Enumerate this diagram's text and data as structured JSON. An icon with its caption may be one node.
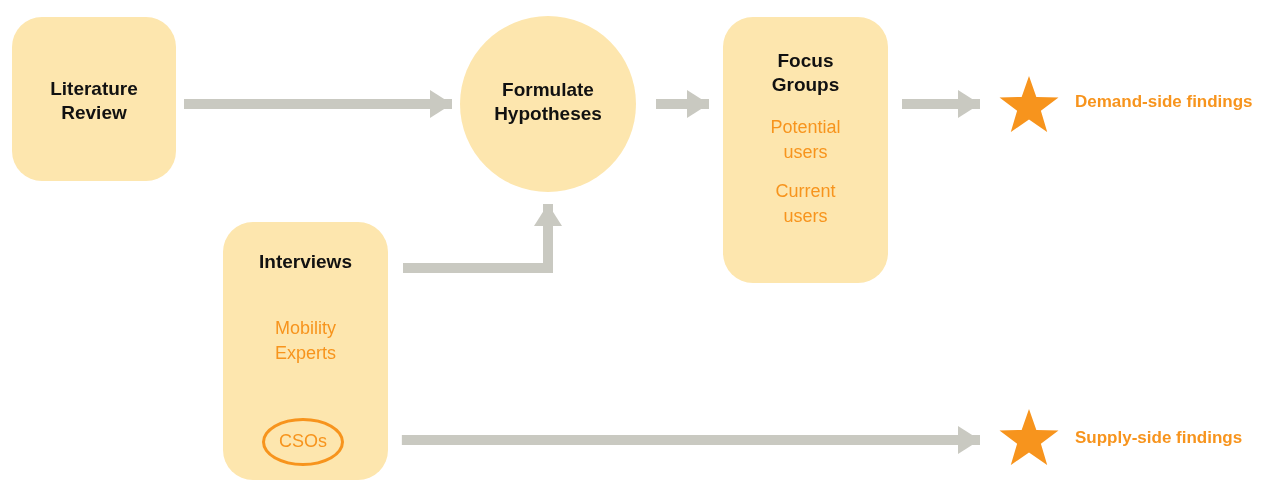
{
  "diagram": {
    "nodes": [
      {
        "text": [
          "Literature Review"
        ]
      },
      {
        "text": [
          "Formulate Hypotheses"
        ]
      },
      {
        "text": [
          "Focus Groups",
          "Potential users",
          "Current users"
        ]
      },
      {
        "text": [
          "Interviews",
          "Mobility Experts"
        ]
      },
      {
        "text": [
          "CSOs"
        ],
        "in": 3
      },
      {
        "text": [],
        "shape": "star",
        "beside": [
          "Demand-side findings"
        ]
      },
      {
        "text": [],
        "shape": "star",
        "beside": [
          "Supply-side findings"
        ]
      }
    ],
    "edges": [
      {
        "from": 0,
        "to": 1,
        "arrow": "to"
      },
      {
        "from": 3,
        "to": 1,
        "arrow": "to"
      },
      {
        "from": 1,
        "to": 2,
        "arrow": "to"
      },
      {
        "from": 2,
        "to": 5,
        "arrow": "to"
      },
      {
        "from": 4,
        "to": 6,
        "arrow": "to"
      }
    ]
  }
}
